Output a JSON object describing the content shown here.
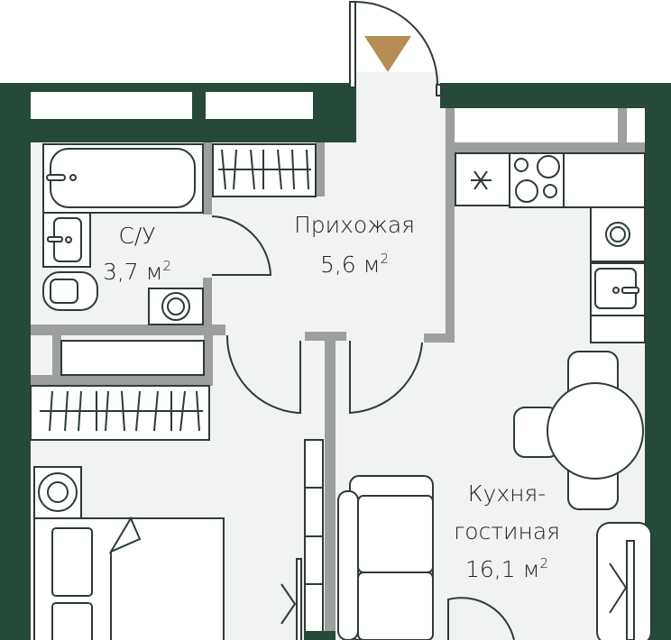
{
  "rooms": [
    {
      "name": "С/У",
      "area": "3,7 м",
      "unit_sup": "2"
    },
    {
      "name": "Прихожая",
      "area": "5,6 м",
      "unit_sup": "2"
    },
    {
      "name_line1": "Кухня-",
      "name_line2": "гостиная",
      "area": "16,1 м",
      "unit_sup": "2"
    }
  ],
  "colors": {
    "wall": "#264a3a",
    "entrance_marker": "#b58d55",
    "floor": "#f1f2f2"
  },
  "icons": {
    "entrance": "triangle-down"
  }
}
